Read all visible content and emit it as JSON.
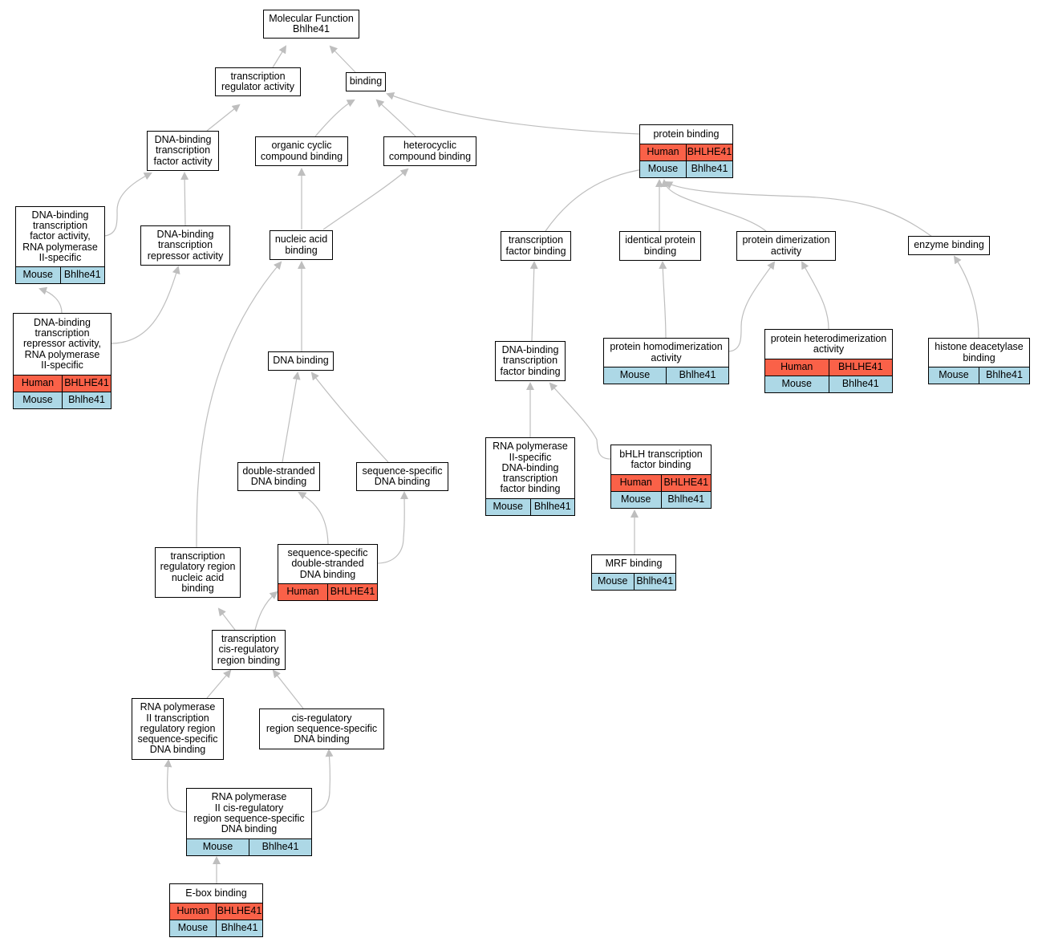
{
  "colors": {
    "human": "#fa6148",
    "mouse": "#add8e6",
    "edge": "#bebebe"
  },
  "nodes": {
    "molecular_function": {
      "label": "Molecular Function\nBhlhe41"
    },
    "transcription_regulator_activity": {
      "label": "transcription\nregulator activity"
    },
    "binding": {
      "label": "binding"
    },
    "protein_binding": {
      "label": "protein binding",
      "human": [
        "Human",
        "BHLHE41"
      ],
      "mouse": [
        "Mouse",
        "Bhlhe41"
      ]
    },
    "dna_binding_tf_activity": {
      "label": "DNA-binding\ntranscription\nfactor activity"
    },
    "organic_cyclic_compound_binding": {
      "label": "organic cyclic\ncompound binding"
    },
    "heterocyclic_compound_binding": {
      "label": "heterocyclic\ncompound binding"
    },
    "dna_binding_tf_activity_rnap2": {
      "label": "DNA-binding\ntranscription\nfactor activity,\nRNA polymerase\nII-specific",
      "mouse": [
        "Mouse",
        "Bhlhe41"
      ]
    },
    "dna_binding_repressor_activity": {
      "label": "DNA-binding\ntranscription\nrepressor activity"
    },
    "nucleic_acid_binding": {
      "label": "nucleic acid\nbinding"
    },
    "transcription_factor_binding": {
      "label": "transcription\nfactor binding"
    },
    "identical_protein_binding": {
      "label": "identical protein\nbinding"
    },
    "protein_dimerization_activity": {
      "label": "protein dimerization\nactivity"
    },
    "enzyme_binding": {
      "label": "enzyme binding"
    },
    "dna_binding_repressor_rnap2": {
      "label": "DNA-binding\ntranscription\nrepressor activity,\nRNA polymerase\nII-specific",
      "human": [
        "Human",
        "BHLHE41"
      ],
      "mouse": [
        "Mouse",
        "Bhlhe41"
      ]
    },
    "protein_homodimerization_activity": {
      "label": "protein homodimerization\nactivity",
      "mouse": [
        "Mouse",
        "Bhlhe41"
      ]
    },
    "protein_heterodimerization_activity": {
      "label": "protein heterodimerization\nactivity",
      "human": [
        "Human",
        "BHLHE41"
      ],
      "mouse": [
        "Mouse",
        "Bhlhe41"
      ]
    },
    "histone_deacetylase_binding": {
      "label": "histone deacetylase\nbinding",
      "mouse": [
        "Mouse",
        "Bhlhe41"
      ]
    },
    "dna_binding": {
      "label": "DNA binding"
    },
    "dna_binding_tf_binding": {
      "label": "DNA-binding\ntranscription\nfactor binding"
    },
    "rnap2_specific_dna_binding_tf_binding": {
      "label": "RNA polymerase\nII-specific\nDNA-binding\ntranscription\nfactor binding",
      "mouse": [
        "Mouse",
        "Bhlhe41"
      ]
    },
    "bhlh_tf_binding": {
      "label": "bHLH transcription\nfactor binding",
      "human": [
        "Human",
        "BHLHE41"
      ],
      "mouse": [
        "Mouse",
        "Bhlhe41"
      ]
    },
    "double_stranded_dna_binding": {
      "label": "double-stranded\nDNA binding"
    },
    "sequence_specific_dna_binding": {
      "label": "sequence-specific\nDNA binding"
    },
    "mrf_binding": {
      "label": "MRF binding",
      "mouse": [
        "Mouse",
        "Bhlhe41"
      ]
    },
    "transcription_regulatory_region_nab": {
      "label": "transcription\nregulatory region\nnucleic acid\nbinding"
    },
    "seq_specific_ds_dna_binding": {
      "label": "sequence-specific\ndouble-stranded\nDNA binding",
      "human": [
        "Human",
        "BHLHE41"
      ]
    },
    "transcription_cis_regulatory_region_binding": {
      "label": "transcription\ncis-regulatory\nregion binding"
    },
    "rnap2_transcription_regulatory_region_ssdb": {
      "label": "RNA polymerase\nII transcription\nregulatory region\nsequence-specific\nDNA binding"
    },
    "cis_regulatory_region_ssdb": {
      "label": "cis-regulatory\nregion sequence-specific\nDNA binding"
    },
    "rnap2_cis_regulatory_region_ssdb": {
      "label": "RNA polymerase\nII cis-regulatory\nregion sequence-specific\nDNA binding",
      "mouse": [
        "Mouse",
        "Bhlhe41"
      ]
    },
    "e_box_binding": {
      "label": "E-box binding",
      "human": [
        "Human",
        "BHLHE41"
      ],
      "mouse": [
        "Mouse",
        "Bhlhe41"
      ]
    }
  }
}
